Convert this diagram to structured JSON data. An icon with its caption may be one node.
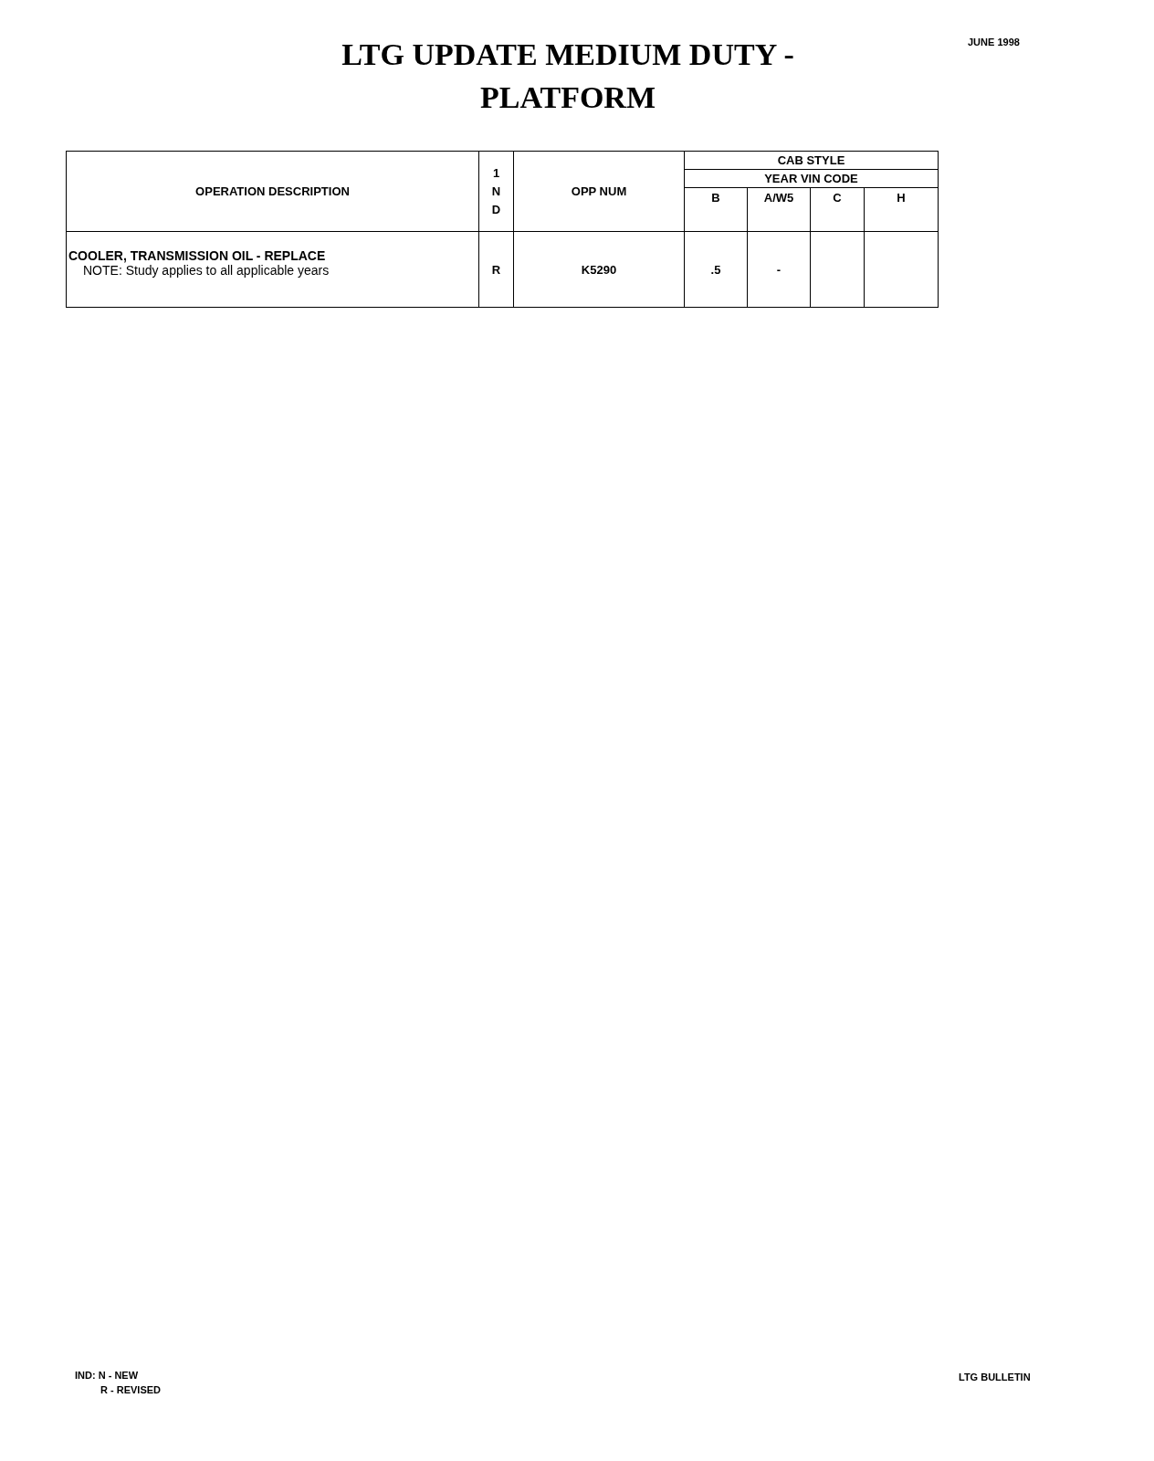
{
  "diagram": {
    "title": "LTG UPDATE MEDIUM DUTY - PLATFORM",
    "labels": [
      "JUNE 1998",
      "OPERATION DESCRIPTION",
      "1 N D",
      "OPP NUM",
      "CAB STYLE",
      "YEAR VIN CODE",
      "B",
      "A/W5",
      "C",
      "H",
      "COOLER, TRANSMISSION OIL - REPLACE",
      "NOTE: Study applies to all applicable years",
      "R",
      "K5290",
      ".5",
      "-",
      "IND: N - NEW",
      "R - REVISED",
      "LTG BULLETIN"
    ]
  }
}
